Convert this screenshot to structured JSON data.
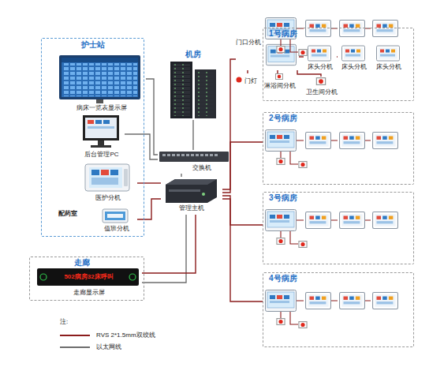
{
  "diagram": {
    "nodes": [
      {
        "text": [
          "护士站"
        ]
      },
      {
        "text": [
          "病床一览表显示屏"
        ],
        "in": 0
      },
      {
        "text": [
          "后台管理PC"
        ],
        "in": 0
      },
      {
        "text": [
          "医护分机"
        ],
        "in": 0
      },
      {
        "text": [
          "值班分机"
        ],
        "in": 0
      },
      {
        "text": [
          "机房"
        ]
      },
      {
        "text": [
          "交换机"
        ]
      },
      {
        "text": [
          "管理主机"
        ]
      },
      {
        "text": [
          "走廊"
        ]
      },
      {
        "text": [
          "502病房32床呼叫",
          "走廊显示屏"
        ],
        "in": 8
      },
      {
        "text": [
          "1号病房"
        ]
      },
      {
        "text": [
          "门口分机"
        ],
        "in": 10
      },
      {
        "text": [
          "门灯"
        ],
        "in": 10
      },
      {
        "text": [
          "淋浴间分机"
        ],
        "in": 10
      },
      {
        "text": [
          "卫生间分机"
        ],
        "in": 10
      },
      {
        "text": [
          "床头分机"
        ],
        "in": 10
      },
      {
        "text": [
          "床头分机"
        ],
        "in": 10
      },
      {
        "text": [
          "床头分机"
        ],
        "in": 10
      },
      {
        "text": [
          "2号病房"
        ]
      },
      {
        "text": [
          "3号病房"
        ]
      },
      {
        "text": [
          "4号病房"
        ]
      }
    ],
    "edges": [
      {
        "from": 1,
        "to": 6,
        "arrow": "none"
      },
      {
        "from": 2,
        "to": 6,
        "arrow": "none"
      },
      {
        "from": 5,
        "to": 6,
        "arrow": "none"
      },
      {
        "from": 7,
        "to": 6,
        "arrow": "none"
      },
      {
        "from": 3,
        "to": 7,
        "arrow": "none"
      },
      {
        "from": 4,
        "to": 7,
        "arrow": "none"
      },
      {
        "from": 9,
        "to": 7,
        "arrow": "none"
      },
      {
        "from": 9,
        "to": 7,
        "arrow": "none"
      },
      {
        "from": 7,
        "to": 11,
        "arrow": "none"
      },
      {
        "from": 7,
        "to": 18,
        "arrow": "none"
      },
      {
        "from": 7,
        "to": 19,
        "arrow": "none"
      },
      {
        "from": 7,
        "to": 20,
        "arrow": "none"
      },
      {
        "from": 11,
        "to": 15,
        "arrow": "none"
      },
      {
        "from": 15,
        "to": 16,
        "arrow": "none"
      },
      {
        "from": 16,
        "to": 17,
        "arrow": "none"
      },
      {
        "from": 11,
        "to": 12,
        "arrow": "none"
      },
      {
        "from": 11,
        "to": 13,
        "arrow": "none"
      },
      {
        "from": 11,
        "to": 14,
        "arrow": "none"
      }
    ],
    "labels": [
      "配药室",
      "注:"
    ],
    "legend": [
      {
        "text": "RVS 2*1.5mm双绞线"
      },
      {
        "text": "以太网线"
      }
    ]
  }
}
